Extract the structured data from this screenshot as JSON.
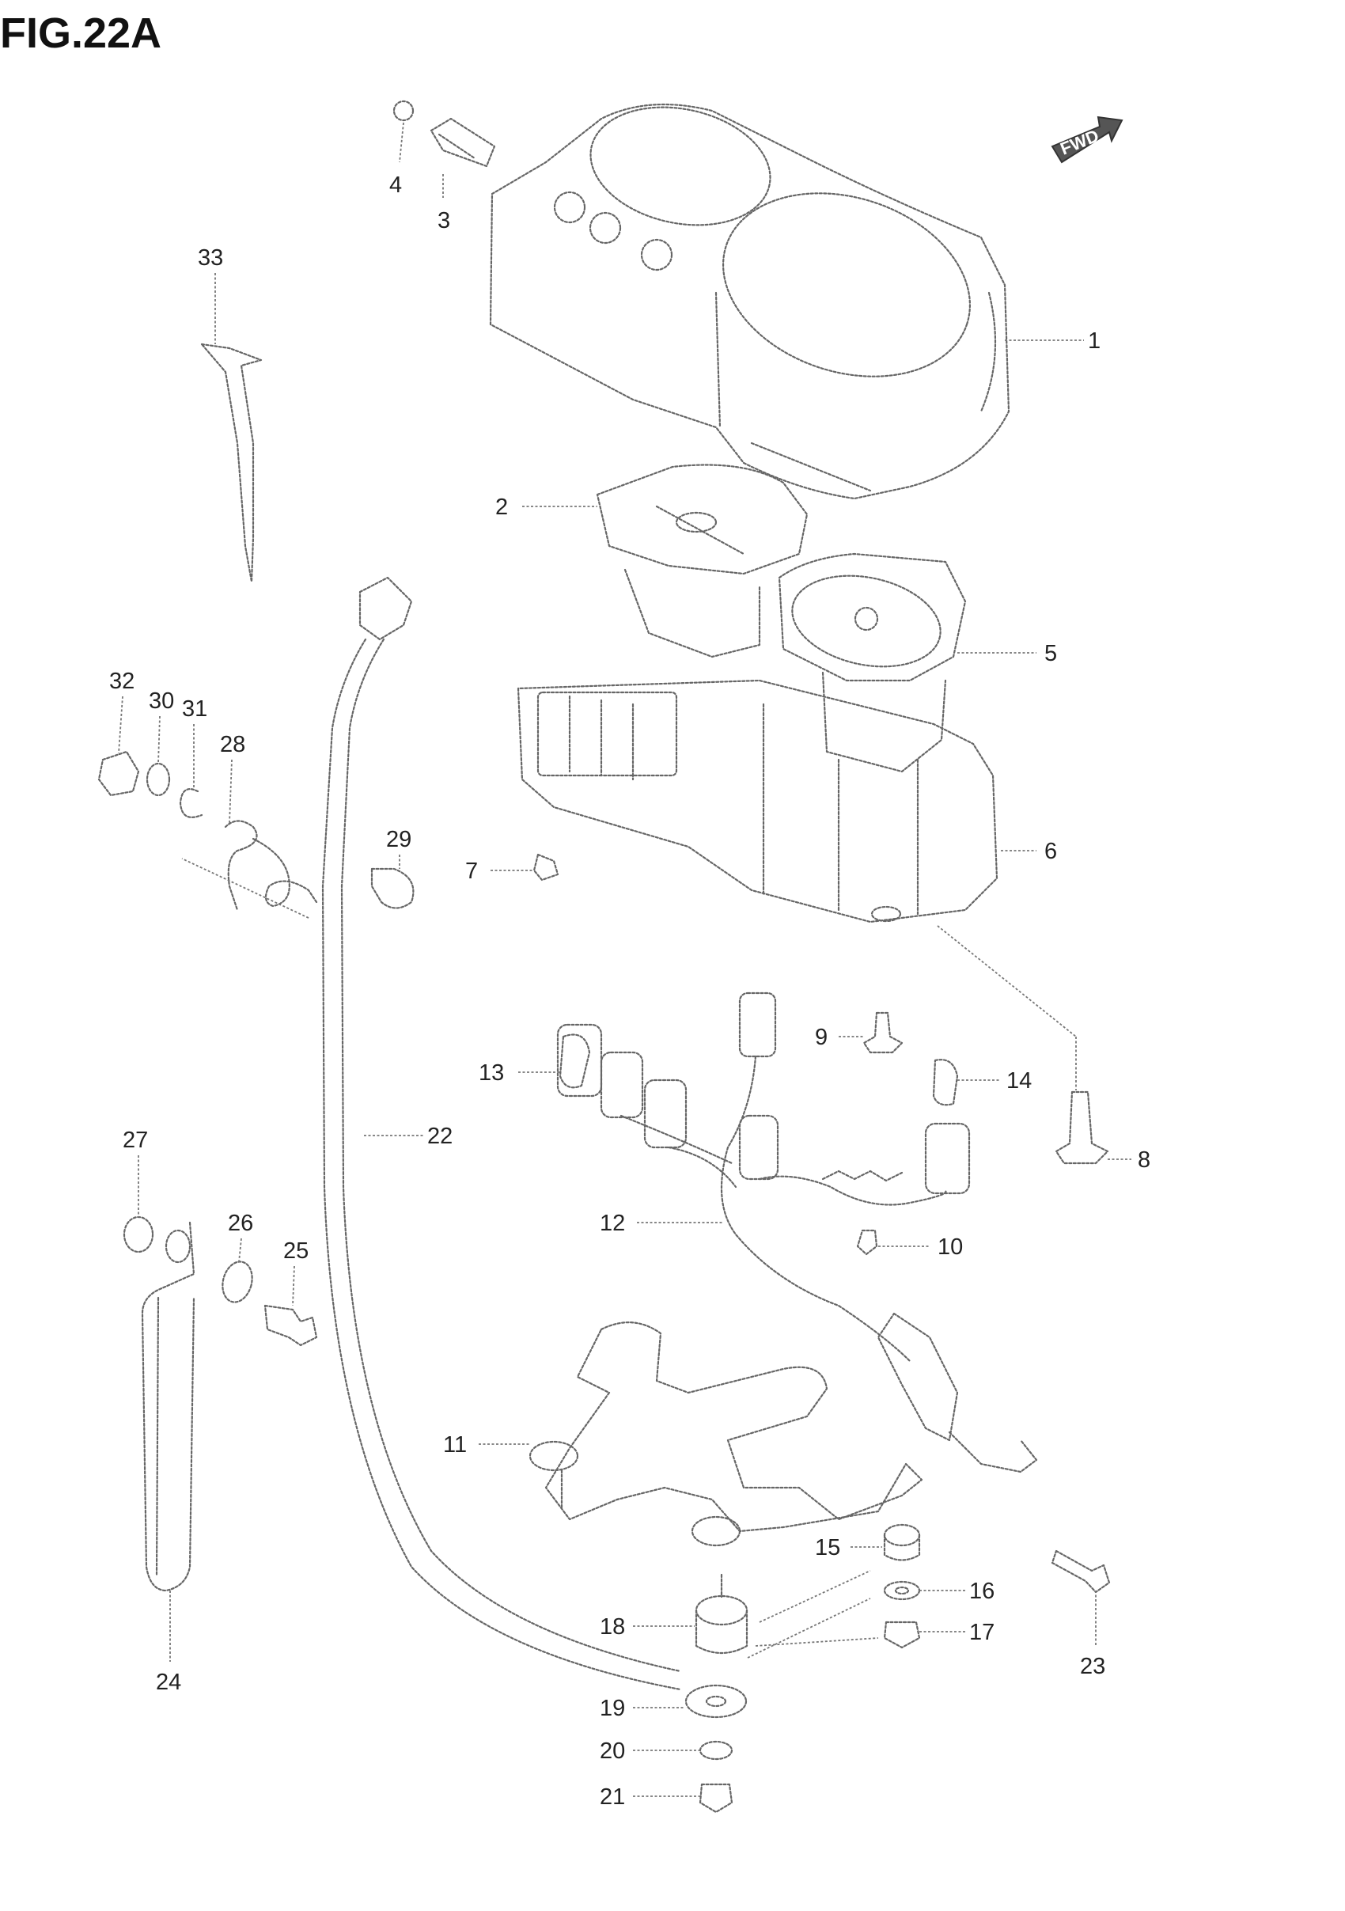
{
  "figure": {
    "title": "FIG.22A"
  },
  "fwd_arrow": {
    "label": "FWD"
  },
  "callouts": [
    "1",
    "2",
    "3",
    "4",
    "5",
    "6",
    "7",
    "8",
    "9",
    "10",
    "11",
    "12",
    "13",
    "14",
    "15",
    "16",
    "17",
    "18",
    "19",
    "20",
    "21",
    "22",
    "23",
    "24",
    "25",
    "26",
    "27",
    "28",
    "29",
    "30",
    "31",
    "32",
    "33"
  ]
}
